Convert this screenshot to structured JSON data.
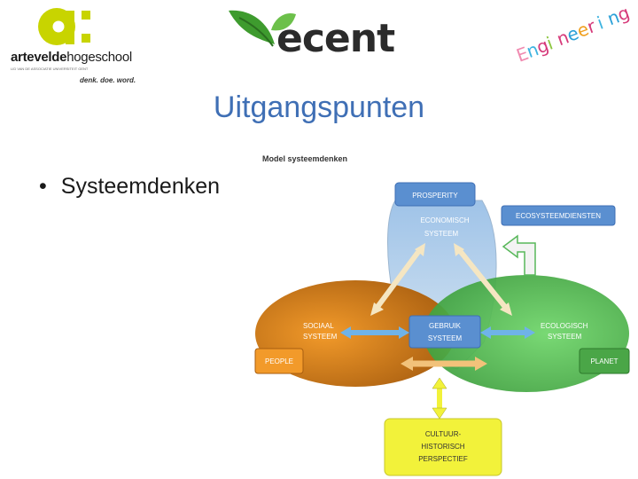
{
  "logos": {
    "artevelde": {
      "brand_bold": "artevelde",
      "brand_light": "hogeschool",
      "small_text": "LID VAN DE ASSOCIATIE UNIVERSITEIT GENT",
      "motto": "denk. doe. word."
    },
    "ecent": {
      "text": "ecent"
    },
    "engineering": {
      "letters": [
        "E",
        "n",
        "g",
        "i",
        "n",
        "e",
        "e",
        "r",
        "i",
        "n",
        "g"
      ]
    }
  },
  "slide": {
    "title": "Uitgangspunten",
    "bullet": "Systeemdenken"
  },
  "diagram": {
    "caption": "Model systeemdenken",
    "prosperity": "PROSPERITY",
    "economisch_1": "ECONOMISCH",
    "economisch_2": "SYSTEEM",
    "ecosysteem": "ECOSYSTEEMDIENSTEN",
    "sociaal_1": "SOCIAAL",
    "sociaal_2": "SYSTEEM",
    "gebruik_1": "GEBRUIK",
    "gebruik_2": "SYSTEEM",
    "ecologisch_1": "ECOLOGISCH",
    "ecologisch_2": "SYSTEEM",
    "people": "PEOPLE",
    "planet": "PLANET",
    "cultuur_1": "CULTUUR-",
    "cultuur_2": "HISTORISCH",
    "cultuur_3": "PERSPECTIEF"
  },
  "colors": {
    "title": "#3f6fb5",
    "artevelde_yellow": "#c8d400",
    "box_blue": "#5a8fd0",
    "orange": "#d77c1b",
    "green": "#5fc15a",
    "yellow_box": "#f2f23a"
  }
}
